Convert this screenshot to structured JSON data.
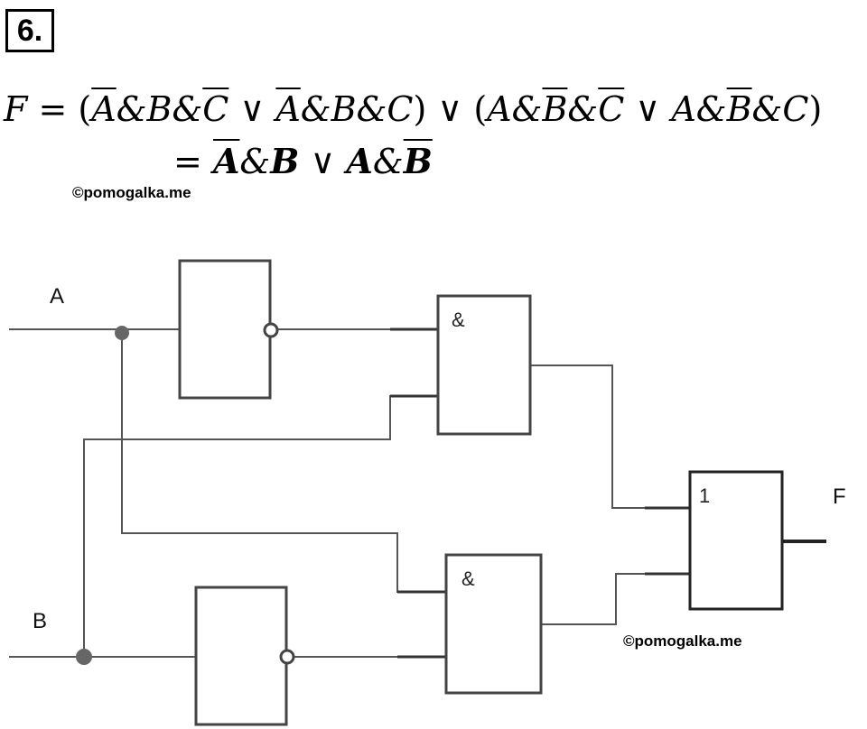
{
  "task_number": "6.",
  "formula_line1": {
    "lhs": "F",
    "eq": "=",
    "open1": "(",
    "t1": [
      {
        "v": "A",
        "bar": true
      },
      {
        "v": "&"
      },
      {
        "v": "B"
      },
      {
        "v": "&"
      },
      {
        "v": "C",
        "bar": true
      }
    ],
    "or": "∨",
    "t2": [
      {
        "v": "A",
        "bar": true
      },
      {
        "v": "&"
      },
      {
        "v": "B"
      },
      {
        "v": "&"
      },
      {
        "v": "C"
      }
    ],
    "close1": ")",
    "or_mid": "∨",
    "open2": "(",
    "t3": [
      {
        "v": "A"
      },
      {
        "v": "&"
      },
      {
        "v": "B",
        "bar": true
      },
      {
        "v": "&"
      },
      {
        "v": "C",
        "bar": true
      }
    ],
    "t4": [
      {
        "v": "A"
      },
      {
        "v": "&"
      },
      {
        "v": "B",
        "bar": true
      },
      {
        "v": "&"
      },
      {
        "v": "C"
      }
    ],
    "close2": ")"
  },
  "formula_line2": {
    "eq": "=",
    "a_bar": "A",
    "amp1": "&",
    "b": "B",
    "or": "∨",
    "a": "A",
    "amp2": "&",
    "b_bar": "B"
  },
  "watermark": "©pomogalka.me",
  "circuit": {
    "input_a": "A",
    "input_b": "B",
    "output": "F",
    "and_gate_1_symbol": "&",
    "and_gate_2_symbol": "&",
    "or_gate_symbol": "1"
  },
  "colors": {
    "wire": "#555555",
    "gate_border": "#444444",
    "junction": "#666666"
  }
}
